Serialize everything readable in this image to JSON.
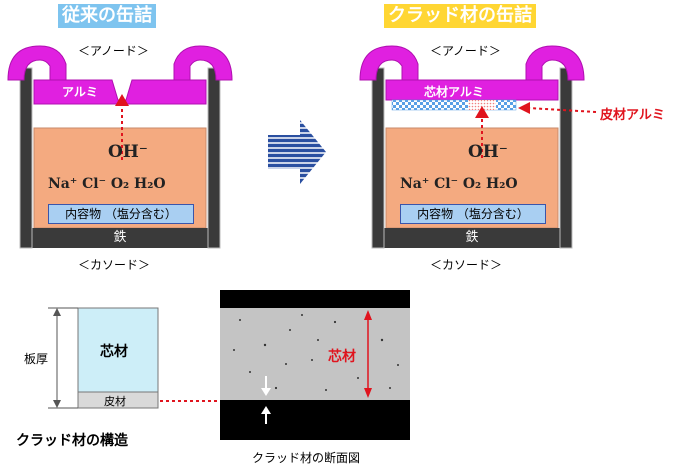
{
  "left_can": {
    "title": "従来の缶詰",
    "anode_label": "＜アノード＞",
    "cathode_label": "＜カソード＞",
    "lid_label": "アルミ",
    "ion": "OH⁻",
    "species": "Na⁺ Cl⁻  O₂  H₂O",
    "contents_label": "内容物 （塩分含む）",
    "bottom_label": "鉄"
  },
  "right_can": {
    "title": "クラッド材の缶詰",
    "anode_label": "＜アノード＞",
    "cathode_label": "＜カソード＞",
    "lid_label": "芯材アルミ",
    "skin_callout": "皮材アルミ",
    "ion": "OH⁻",
    "species": "Na⁺ Cl⁻  O₂  H₂O",
    "contents_label": "内容物 （塩分含む）",
    "bottom_label": "鉄"
  },
  "structure": {
    "thickness_label": "板厚",
    "core_label": "芯材",
    "skin_label": "皮材",
    "caption": "クラッド材の構造"
  },
  "cross_section": {
    "core_label": "芯材",
    "caption": "クラッド材の断面図"
  },
  "colors": {
    "lid": "#e020e0",
    "contents": "#f4aa80",
    "iron": "#3a3a3a",
    "accent_red": "#e0141e",
    "skin_pattern": "#5aa0e6",
    "arrow": "#2a4fa0"
  }
}
